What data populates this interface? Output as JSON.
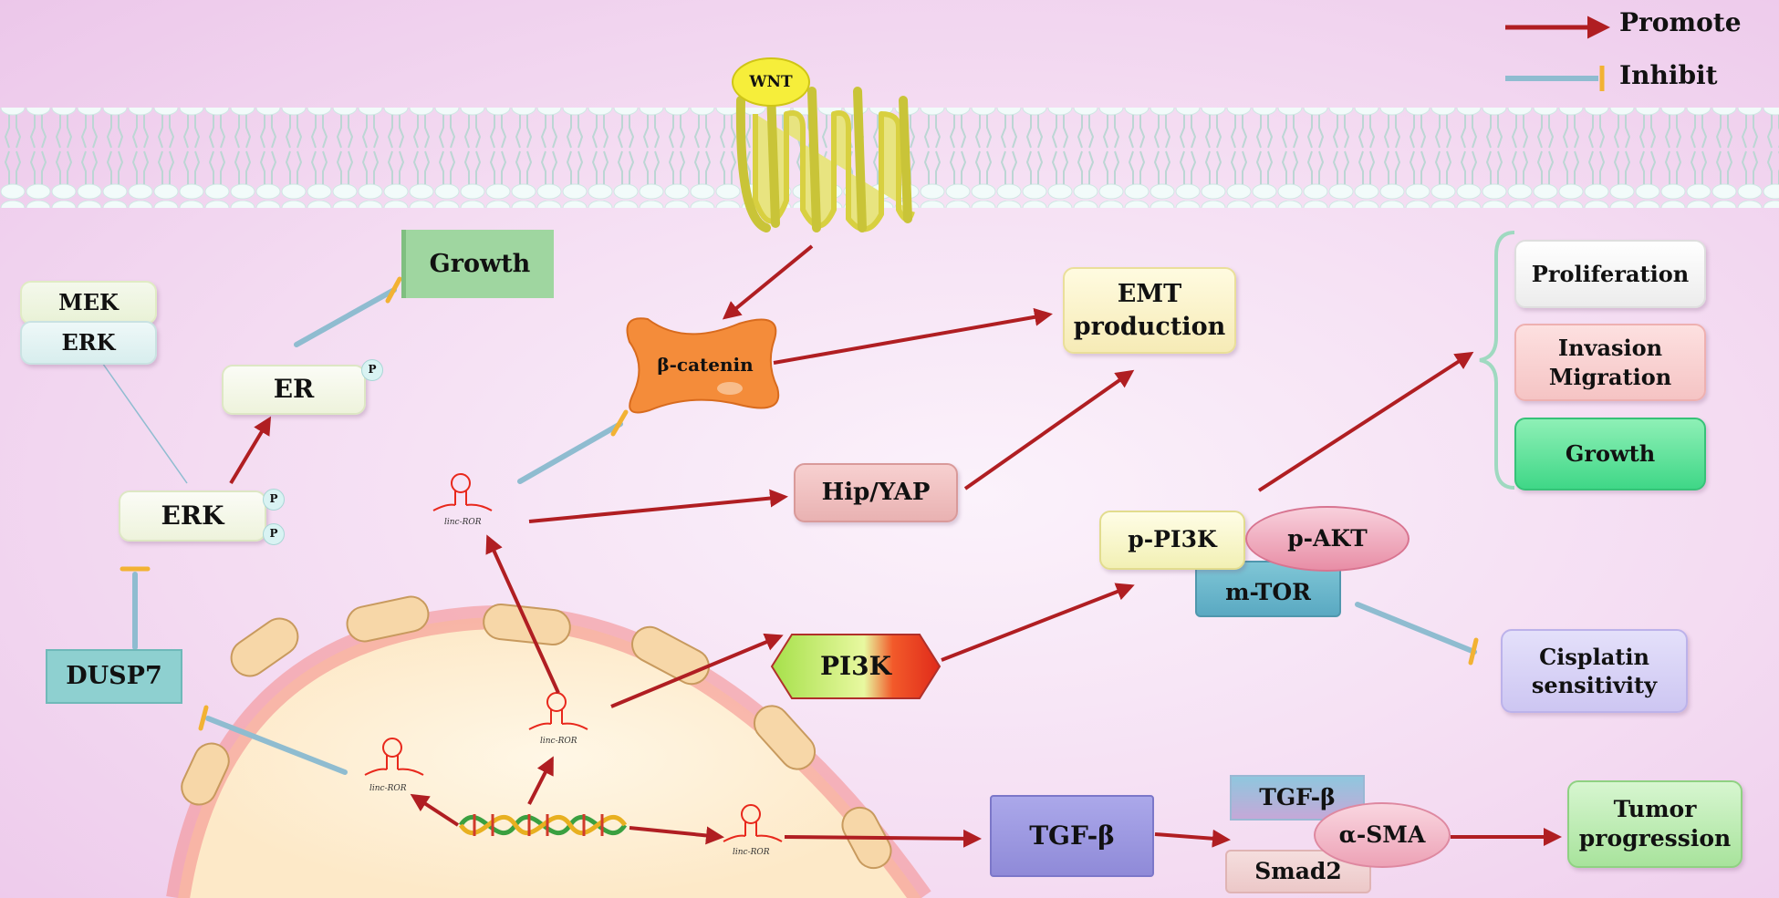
{
  "legend": {
    "promote": "Promote",
    "inhibit": "Inhibit"
  },
  "colors": {
    "promote": "#b01e22",
    "inhibit": "#8fbcd0",
    "inhibit_bar": "#f2b233"
  },
  "nodes": {
    "wnt": "WNT",
    "beta_catenin": "β-catenin",
    "growth_top": "Growth",
    "mek": "MEK",
    "erk_stack": "ERK",
    "er": "ER",
    "erk": "ERK",
    "dusp7": "DUSP7",
    "emt_line1": "EMT",
    "emt_line2": "production",
    "hip_yap": "Hip/YAP",
    "pi3k": "PI3K",
    "p_pi3k": "p-PI3K",
    "p_akt": "p-AKT",
    "m_tor": "m-TOR",
    "proliferation": "Proliferation",
    "invasion_line1": "Invasion",
    "invasion_line2": "Migration",
    "growth_right": "Growth",
    "cisplatin_line1": "Cisplatin",
    "cisplatin_line2": "sensitivity",
    "tgf_beta": "TGF-β",
    "tgf_beta_small": "TGF-β",
    "alpha_sma": "α-SMA",
    "smad2": "Smad2",
    "tumor_line1": "Tumor",
    "tumor_line2": "progression"
  },
  "phospho": "P",
  "rna_label": "linc-ROR"
}
